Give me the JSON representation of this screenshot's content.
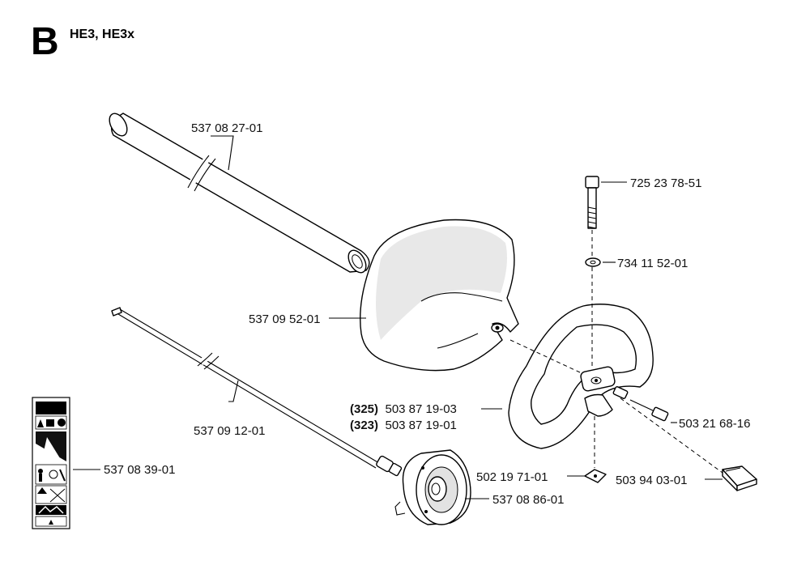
{
  "header": {
    "section_letter": "B",
    "models": "HE3, HE3x"
  },
  "parts": {
    "shaft_tube": "537 08 27-01",
    "guard": "537 09 52-01",
    "drive_shaft": "537 09 12-01",
    "decal": "537 08 39-01",
    "handle_325_prefix": "(325)",
    "handle_325": "503 87 19-03",
    "handle_323_prefix": "(323)",
    "handle_323": "503 87 19-01",
    "bolt": "725 23 78-51",
    "washer": "734 11 52-01",
    "screw": "503 21 68-16",
    "nut": "502 19 71-01",
    "bearing_housing": "537 08 86-01",
    "connector": "503 94 03-01"
  }
}
